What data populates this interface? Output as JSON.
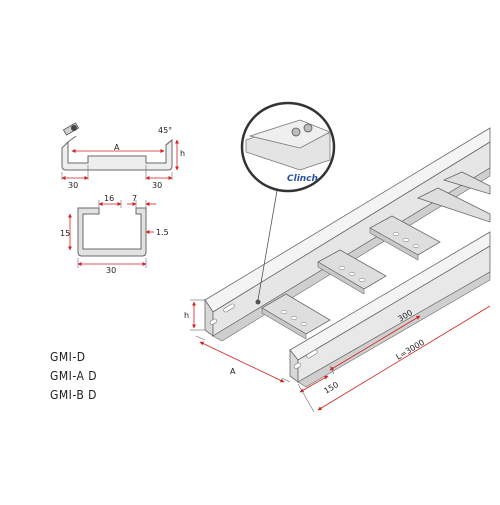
{
  "colors": {
    "line": "#6a6a6a",
    "dim_arrow": "#d21f1f",
    "steel_light": "#f1f1f1",
    "steel_mid": "#dcdcdc",
    "steel_dark": "#bdbdbd",
    "clinch_text": "#2b54a6"
  },
  "detail_top": {
    "dim_a": "A",
    "dim_angle": "45°",
    "dim_h": "h",
    "dim_left": "30",
    "dim_right": "30"
  },
  "detail_section": {
    "dim_16": "16",
    "dim_7": "7",
    "dim_15": "15",
    "dim_thickness": "1.5",
    "dim_30": "30"
  },
  "callout": {
    "label": "Clinch"
  },
  "ladder": {
    "dim_h": "h",
    "dim_a": "A",
    "dim_300": "300",
    "dim_150": "150",
    "dim_length": "L=3000"
  },
  "models": [
    "GMI-D",
    "GMI-A D",
    "GMI-B D"
  ]
}
